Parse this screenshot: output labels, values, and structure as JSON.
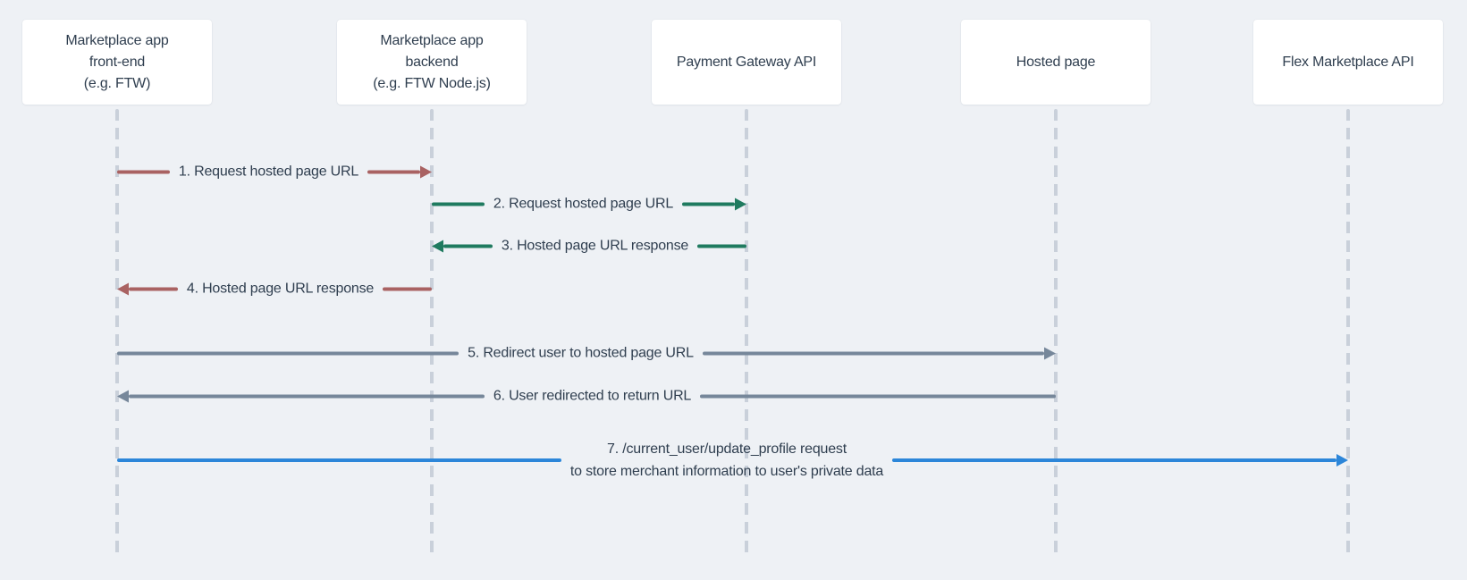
{
  "diagram": {
    "type": "sequence",
    "participants": [
      {
        "id": "frontend",
        "label": "Marketplace app\nfront-end\n(e.g. FTW)"
      },
      {
        "id": "backend",
        "label": "Marketplace app\nbackend\n(e.g. FTW Node.js)"
      },
      {
        "id": "gateway",
        "label": "Payment Gateway API"
      },
      {
        "id": "hosted",
        "label": "Hosted page"
      },
      {
        "id": "flex",
        "label": "Flex Marketplace API"
      }
    ],
    "messages": [
      {
        "label": "1. Request hosted page URL",
        "from": "frontend",
        "to": "backend",
        "direction": "right",
        "color": "#a96262"
      },
      {
        "label": "2. Request hosted page URL",
        "from": "backend",
        "to": "gateway",
        "direction": "right",
        "color": "#1f7a5f"
      },
      {
        "label": "3. Hosted page URL response",
        "from": "gateway",
        "to": "backend",
        "direction": "left",
        "color": "#1f7a5f"
      },
      {
        "label": "4. Hosted page URL response",
        "from": "backend",
        "to": "frontend",
        "direction": "left",
        "color": "#a96262"
      },
      {
        "label": "5. Redirect user to hosted page URL",
        "from": "frontend",
        "to": "hosted",
        "direction": "right",
        "color": "#76879a"
      },
      {
        "label": "6. User redirected to return URL",
        "from": "hosted",
        "to": "frontend",
        "direction": "left",
        "color": "#76879a"
      },
      {
        "label": "7. /current_user/update_profile request\nto store merchant information to user's private data",
        "from": "frontend",
        "to": "flex",
        "direction": "right",
        "color": "#2c86d9"
      }
    ],
    "colors": {
      "background": "#eef1f5",
      "participant_box": "#ffffff",
      "text": "#2f3e4f",
      "lifeline": "#c9d0da",
      "arrow_red": "#a96262",
      "arrow_green": "#1f7a5f",
      "arrow_gray": "#76879a",
      "arrow_blue": "#2c86d9"
    }
  }
}
